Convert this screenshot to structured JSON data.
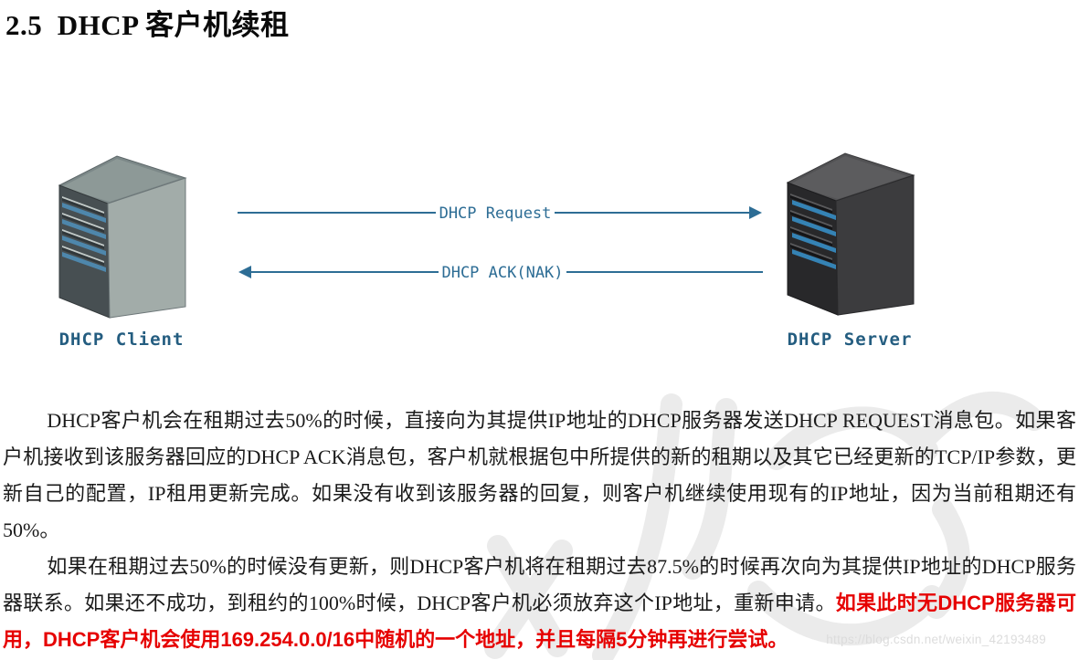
{
  "title": "2.5  DHCP 客户机续租",
  "diagram": {
    "client_label": "DHCP Client",
    "server_label": "DHCP Server",
    "request_label": "DHCP Request",
    "ack_label": "DHCP ACK(NAK)",
    "arrow_color": "#2d6d95",
    "label_color": "#245d80"
  },
  "paragraphs": [
    {
      "segments": [
        {
          "style": "normal",
          "text": "DHCP客户机会在租期过去50%的时候，直接向为其提供IP地址的DHCP服务器发送DHCP REQUEST消息包。如果客户机接收到该服务器回应的DHCP ACK消息包，客户机就根据包中所提供的新的租期以及其它已经更新的TCP/IP参数，更新自己的配置，IP租用更新完成。如果没有收到该服务器的回复，则客户机继续使用现有的IP地址，因为当前租期还有50%。"
        }
      ]
    },
    {
      "segments": [
        {
          "style": "normal",
          "text": "如果在租期过去50%的时候没有更新，则DHCP客户机将在租期过去87.5%的时候再次向为其提供IP地址的DHCP服务器联系。如果还不成功，到租约的100%时候，DHCP客户机必须放弃这个IP地址，重新申请。"
        },
        {
          "style": "red-bold",
          "text": "如果此时无DHCP服务器可用，DHCP客户机会使用169.254.0.0/16中随机的一个地址，并且每隔5分钟再进行尝试。"
        }
      ]
    }
  ],
  "watermark": {
    "text": "https://blog.csdn.net/weixin_42193489",
    "text_color": "#dcdcdc",
    "art_color": "#ebebeb"
  },
  "colors": {
    "body_text": "#1a1a1a",
    "red_text": "#e60000",
    "client_face_light": "#a2aca9",
    "client_face_dark": "#474f52",
    "client_top": "#7c8888",
    "server_face_light": "#3c3c3e",
    "server_face_dark": "#28282a",
    "server_top": "#525254",
    "slot_blue": "#4e87ac"
  }
}
